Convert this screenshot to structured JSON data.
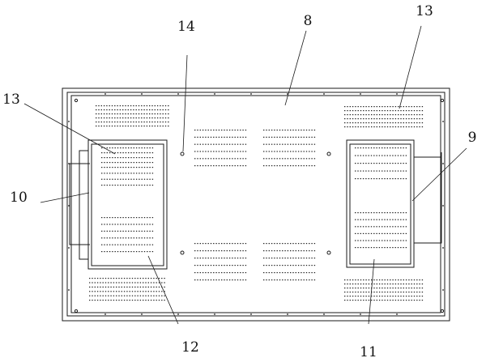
{
  "labels": {
    "l8": "8",
    "l9": "9",
    "l10": "10",
    "l11": "11",
    "l12": "12",
    "l13_left": "13",
    "l13_right": "13",
    "l14": "14"
  },
  "colors": {
    "line": "#1a1a1a",
    "dots": "#222222"
  }
}
